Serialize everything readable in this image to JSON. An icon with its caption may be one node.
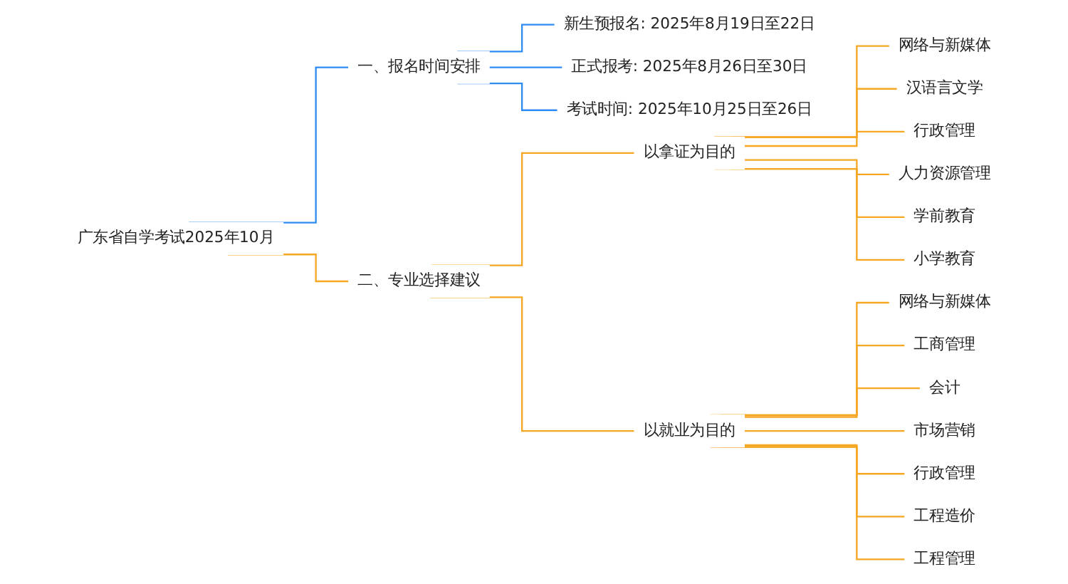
{
  "diagram": {
    "nodes": [
      {
        "text": [
          "广东省自学考试2025年10月"
        ]
      },
      {
        "text": [
          "一、报名时间安排"
        ]
      },
      {
        "text": [
          "新生预报名: 2025年8月19日至22日"
        ]
      },
      {
        "text": [
          "正式报考: 2025年8月26日至30日"
        ]
      },
      {
        "text": [
          "考试时间: 2025年10月25日至26日"
        ]
      },
      {
        "text": [
          "二、专业选择建议"
        ]
      },
      {
        "text": [
          "以拿证为目的"
        ]
      },
      {
        "text": [
          "网络与新媒体"
        ]
      },
      {
        "text": [
          "汉语言文学"
        ]
      },
      {
        "text": [
          "行政管理"
        ]
      },
      {
        "text": [
          "人力资源管理"
        ]
      },
      {
        "text": [
          "学前教育"
        ]
      },
      {
        "text": [
          "小学教育"
        ]
      },
      {
        "text": [
          "以就业为目的"
        ]
      },
      {
        "text": [
          "网络与新媒体"
        ]
      },
      {
        "text": [
          "工商管理"
        ]
      },
      {
        "text": [
          "会计"
        ]
      },
      {
        "text": [
          "市场营销"
        ]
      },
      {
        "text": [
          "行政管理"
        ]
      },
      {
        "text": [
          "工程造价"
        ]
      },
      {
        "text": [
          "工程管理"
        ]
      }
    ],
    "edges": [
      {
        "from": 0,
        "to": 1,
        "arrow": "none",
        "color": "#2f8cf5"
      },
      {
        "from": 1,
        "to": 2,
        "arrow": "none",
        "color": "#2f8cf5"
      },
      {
        "from": 1,
        "to": 3,
        "arrow": "none",
        "color": "#2f8cf5"
      },
      {
        "from": 1,
        "to": 4,
        "arrow": "none",
        "color": "#2f8cf5"
      },
      {
        "from": 0,
        "to": 5,
        "arrow": "none"
      },
      {
        "from": 5,
        "to": 6,
        "arrow": "none"
      },
      {
        "from": 6,
        "to": 7,
        "arrow": "none"
      },
      {
        "from": 6,
        "to": 8,
        "arrow": "none"
      },
      {
        "from": 6,
        "to": 9,
        "arrow": "none"
      },
      {
        "from": 6,
        "to": 10,
        "arrow": "none"
      },
      {
        "from": 6,
        "to": 11,
        "arrow": "none"
      },
      {
        "from": 6,
        "to": 12,
        "arrow": "none"
      },
      {
        "from": 5,
        "to": 13,
        "arrow": "none"
      },
      {
        "from": 13,
        "to": 14,
        "arrow": "none"
      },
      {
        "from": 13,
        "to": 15,
        "arrow": "none"
      },
      {
        "from": 13,
        "to": 16,
        "arrow": "none"
      },
      {
        "from": 13,
        "to": 17,
        "arrow": "none"
      },
      {
        "from": 13,
        "to": 18,
        "arrow": "none"
      },
      {
        "from": 13,
        "to": 19,
        "arrow": "none"
      },
      {
        "from": 13,
        "to": 20,
        "arrow": "none"
      }
    ]
  }
}
